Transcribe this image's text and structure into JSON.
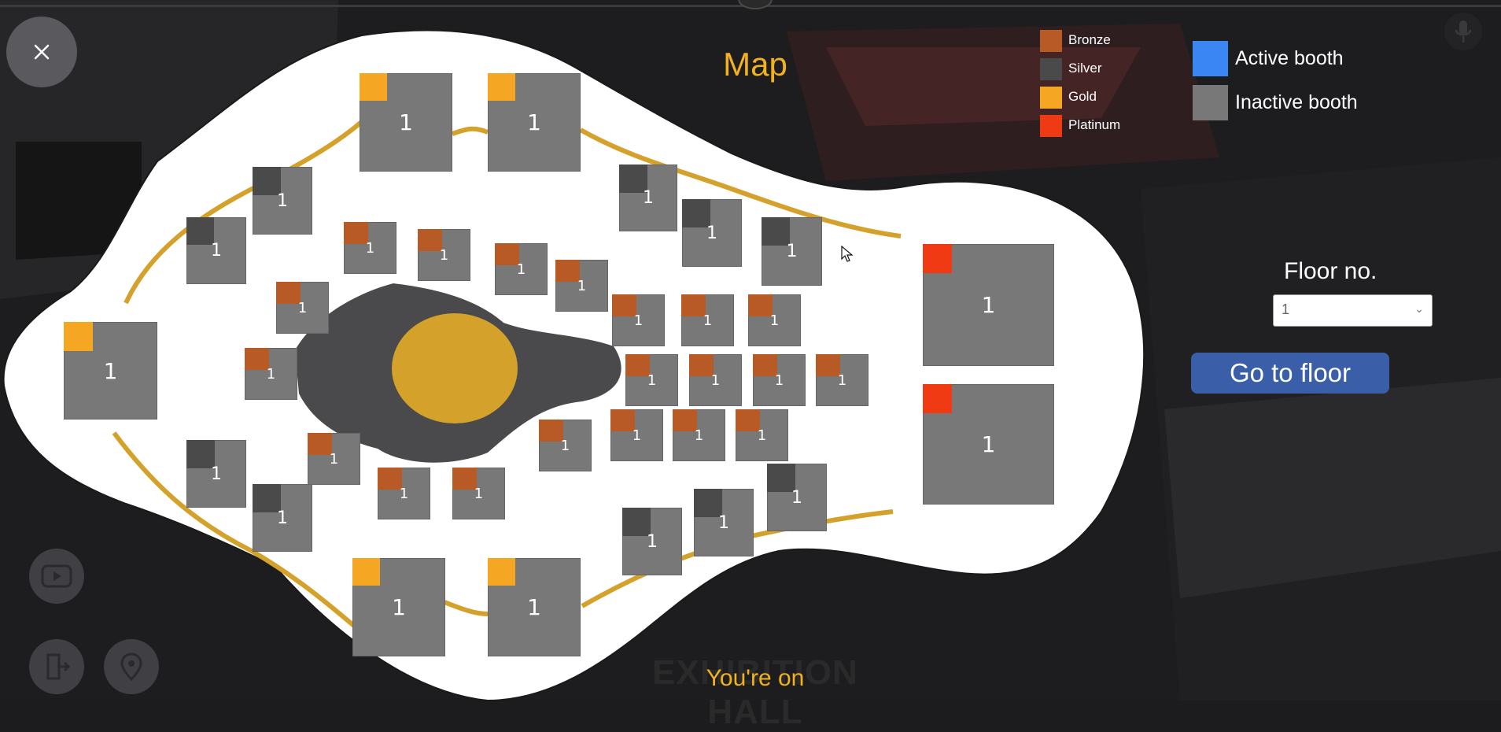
{
  "map": {
    "title": "Map",
    "legend_categories": [
      {
        "label": "Bronze",
        "color": "#b85a26"
      },
      {
        "label": "Silver",
        "color": "#4a4a4a"
      },
      {
        "label": "Gold",
        "color": "#f5a623"
      },
      {
        "label": "Platinum",
        "color": "#f03a14"
      }
    ],
    "legend_states": [
      {
        "label": "Active booth",
        "color": "#3a86f5"
      },
      {
        "label": "Inactive booth",
        "color": "#787878"
      }
    ],
    "booth_label": "1"
  },
  "floor": {
    "label": "Floor no.",
    "selected": "1",
    "go_button": "Go to floor"
  },
  "footer": {
    "hall_name": "EXHIBITION HALL",
    "status": "You're on"
  },
  "icons": {
    "close": "close-icon",
    "mic": "microphone-icon",
    "video": "video-play-icon",
    "exit": "exit-door-icon",
    "location": "location-pin-icon"
  },
  "colors": {
    "accent": "#f2b11e",
    "button": "#3a5fa8"
  }
}
